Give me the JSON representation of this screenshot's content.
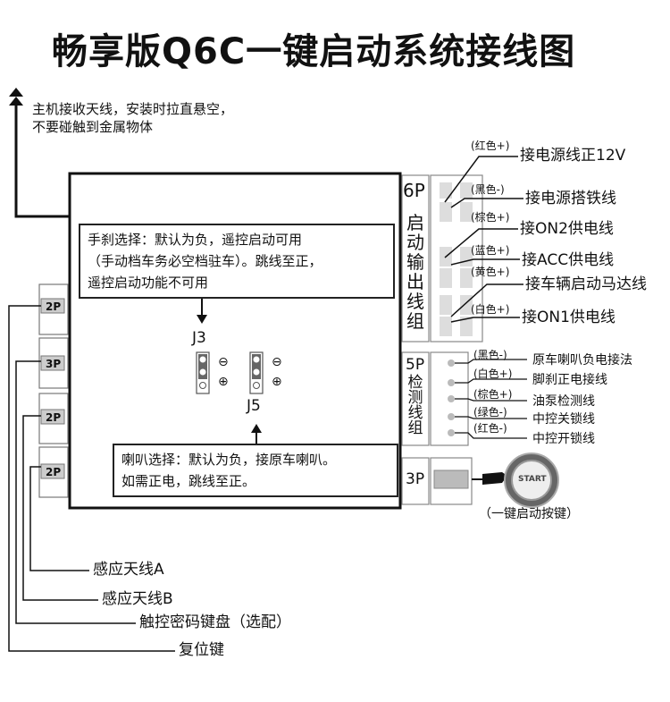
{
  "title": "畅享版Q6C一键启动系统接线图",
  "antenna_note": "主机接收天线，安装时拉直悬空，\n不要碰触到金属物体",
  "handbrake_box": "手刹选择：默认为负，遥控启动可用\n（手动档车务必空档驻车）。跳线至正，\n遥控启动功能不可用",
  "horn_box": "喇叭选择：默认为负，接原车喇叭。\n如需正电，跳线至正。",
  "jumpers": {
    "j3": "J3",
    "j5": "J5",
    "minus": "⊖",
    "plus": "⊕"
  },
  "connectors": {
    "left": [
      "2P",
      "3P",
      "2P",
      "2P"
    ],
    "six_p_label": "6P",
    "six_p_text": [
      "启",
      "动",
      "输",
      "出",
      "线",
      "组"
    ],
    "five_p_label": "5P",
    "five_p_text": [
      "检",
      "测",
      "线",
      "组"
    ],
    "three_p_label": "3P"
  },
  "six_p_wires": [
    {
      "color": "(红色+)",
      "label": "接电源线正12V"
    },
    {
      "color": "(黑色-)",
      "label": "接电源搭铁线"
    },
    {
      "color": "(棕色+)",
      "label": "接ON2供电线"
    },
    {
      "color": "(蓝色+)",
      "label": "接ACC供电线"
    },
    {
      "color": "(黄色+)",
      "label": "接车辆启动马达线"
    },
    {
      "color": "(白色+)",
      "label": "接ON1供电线"
    }
  ],
  "five_p_wires": [
    {
      "color": "(黑色-)",
      "label": "原车喇叭负电接法"
    },
    {
      "color": "(白色+)",
      "label": "脚刹正电接线"
    },
    {
      "color": "(棕色+)",
      "label": "油泵检测线"
    },
    {
      "color": "(绿色-)",
      "label": "中控关锁线"
    },
    {
      "color": "(红色-)",
      "label": "中控开锁线"
    }
  ],
  "start_button": {
    "text": "START",
    "caption": "（一键启动按键）"
  },
  "bottom_labels": [
    "感应天线A",
    "感应天线B",
    "触控密码键盘（选配）",
    "复位键"
  ]
}
